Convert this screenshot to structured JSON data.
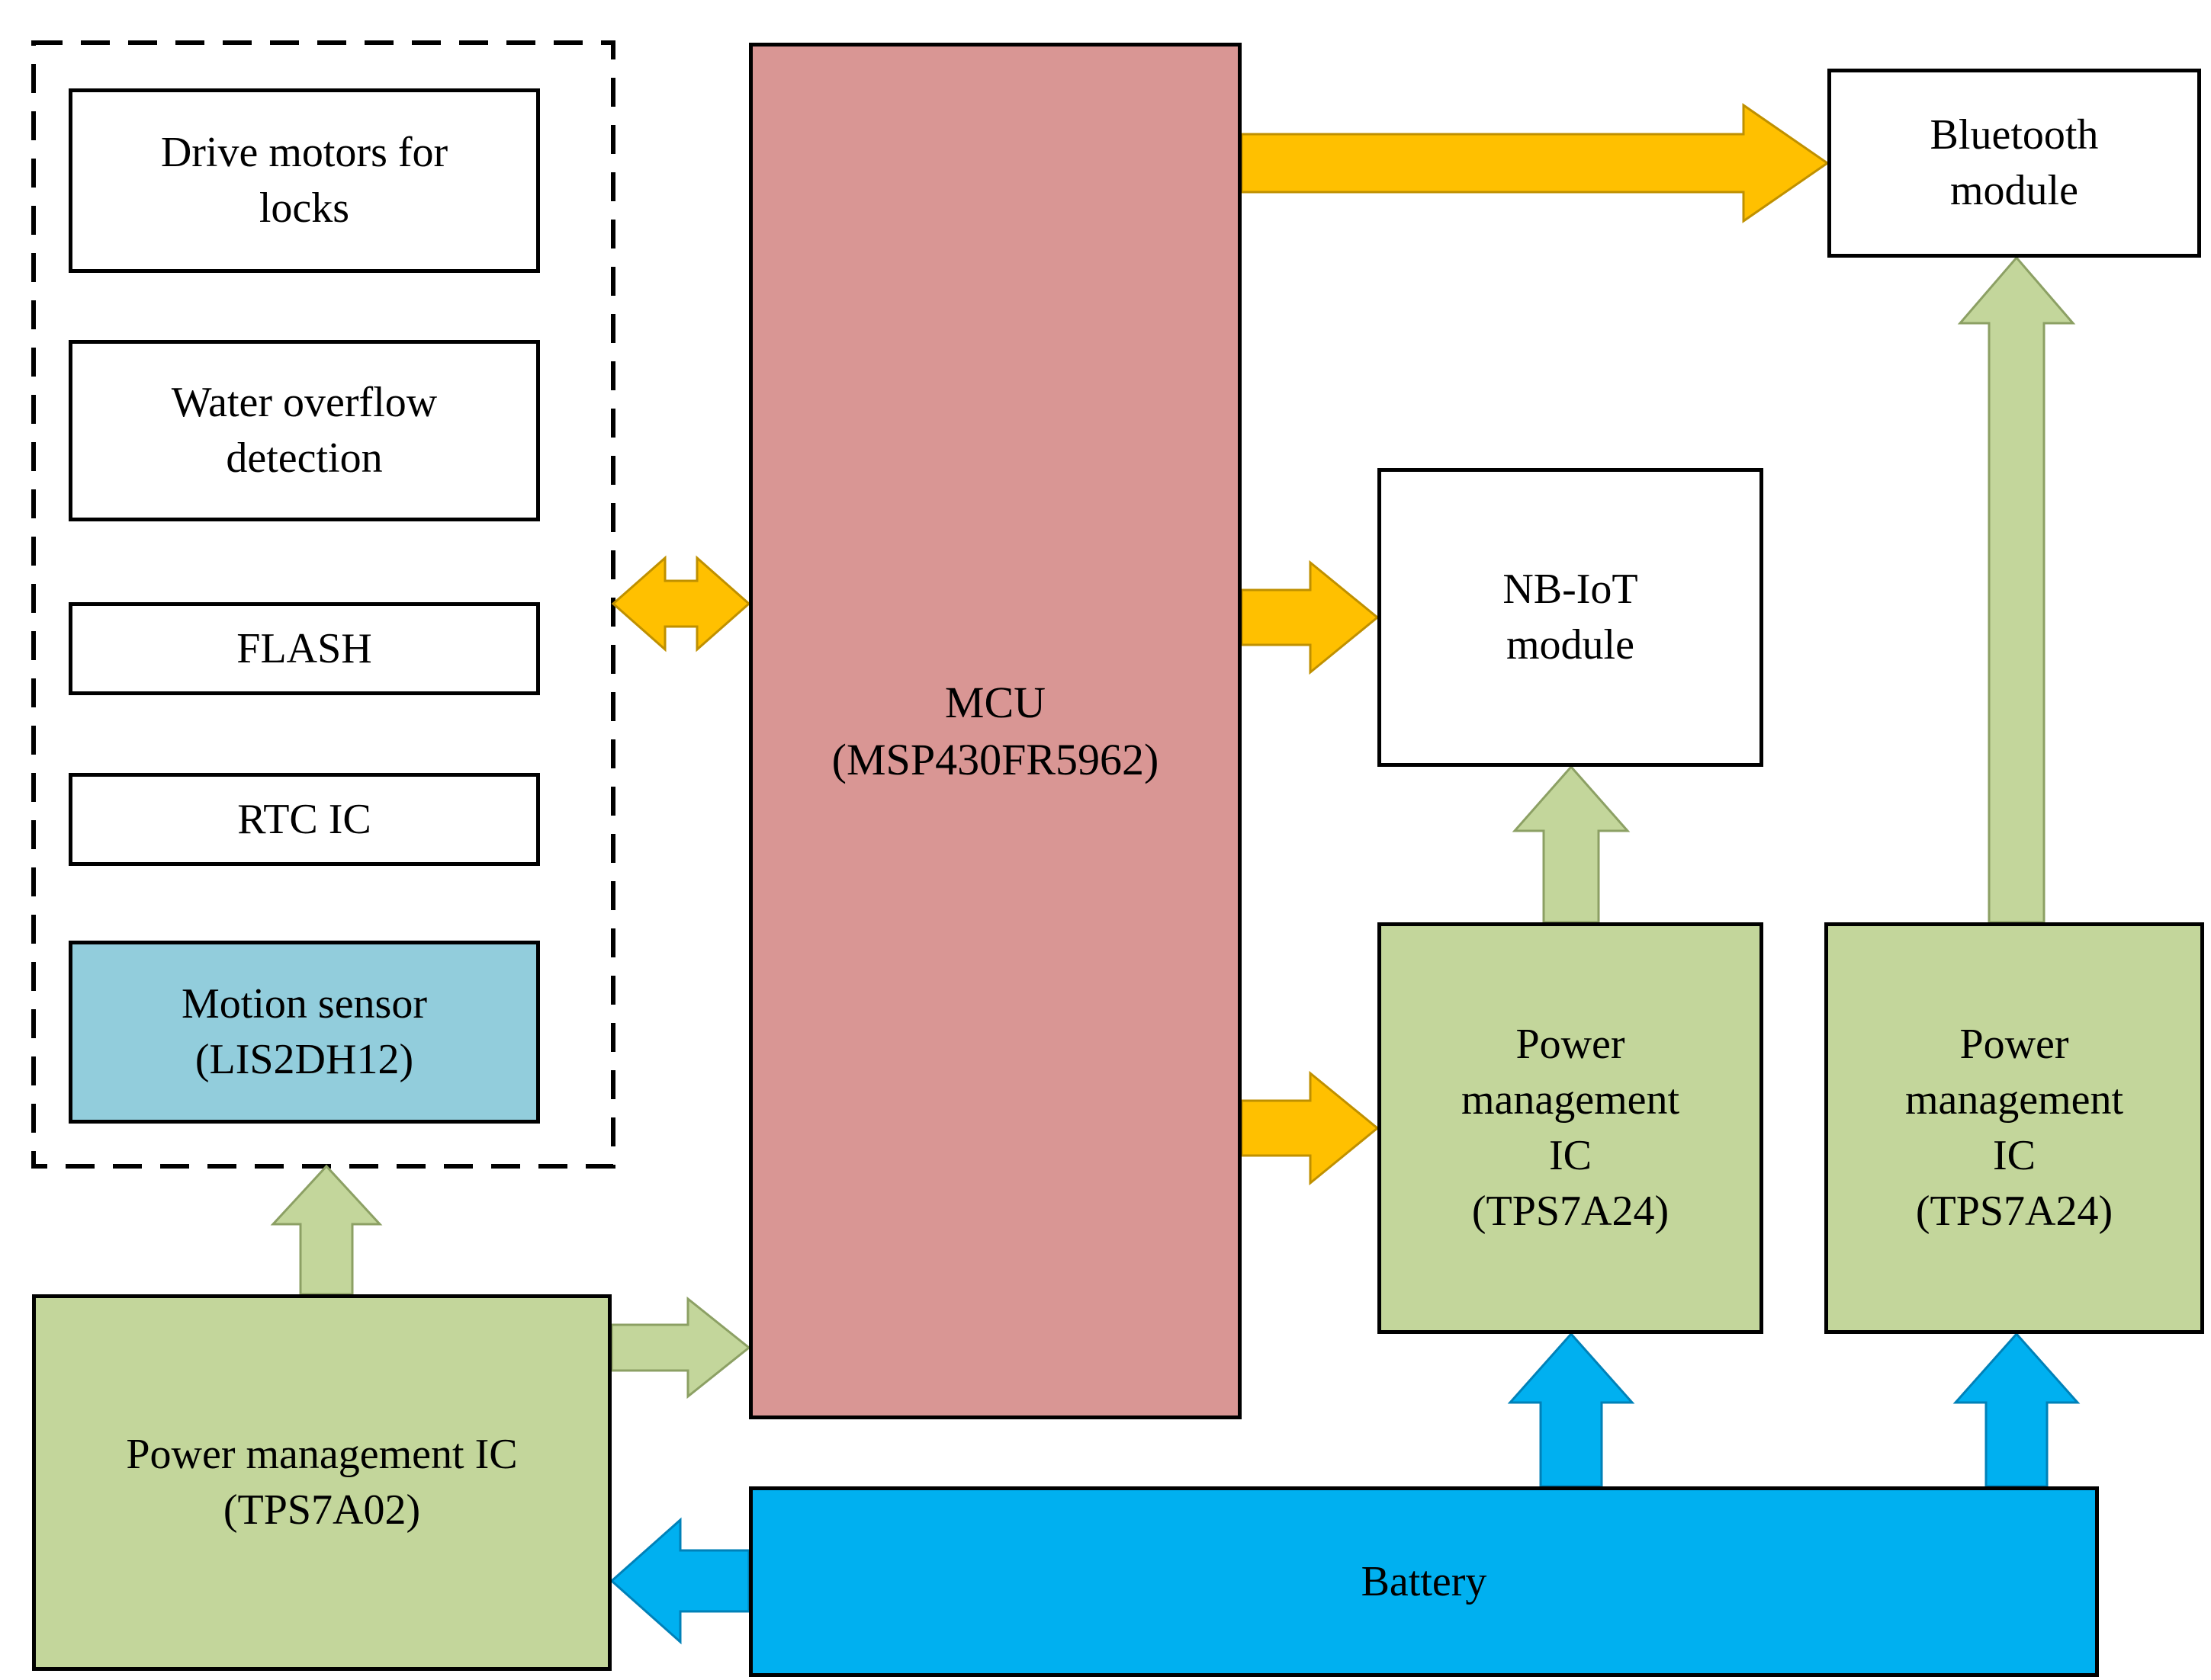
{
  "diagram": {
    "peripherals": {
      "drive_motors": "Drive motors for\nlocks",
      "water_overflow": "Water overflow\ndetection",
      "flash": "FLASH",
      "rtc": "RTC IC",
      "motion_sensor": "Motion sensor\n(LIS2DH12)"
    },
    "mcu": "MCU\n(MSP430FR5962)",
    "bluetooth": "Bluetooth\nmodule",
    "nbiot": "NB-IoT\nmodule",
    "pmic_nbiot": "Power\nmanagement\nIC\n(TPS7A24)",
    "pmic_bluetooth": "Power\nmanagement\nIC\n(TPS7A24)",
    "pmic_main": "Power management IC\n(TPS7A02)",
    "battery": "Battery",
    "colors": {
      "mcu_fill": "#d99694",
      "power_ic_fill": "#c3d69b",
      "battery_fill": "#00b0f0",
      "motion_sensor_fill": "#92cddc",
      "data_arrow": "#ffc000",
      "power_arrow_green": "#c3d69b",
      "power_arrow_blue": "#00b0f0"
    }
  }
}
